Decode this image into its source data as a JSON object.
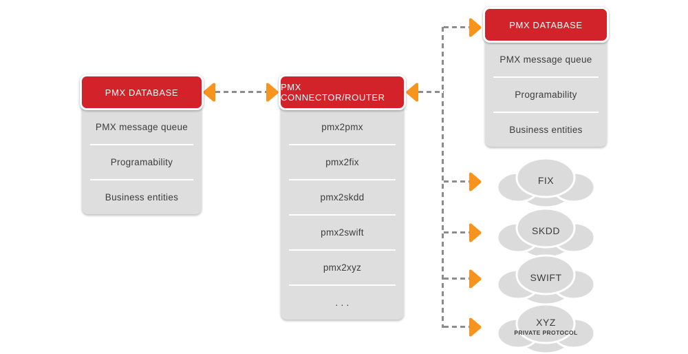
{
  "diagram": {
    "left_database": {
      "title": "PMX DATABASE",
      "items": [
        "PMX message queue",
        "Programability",
        "Business entities"
      ]
    },
    "connector": {
      "title": "PMX CONNECTOR/ROUTER",
      "items": [
        "pmx2pmx",
        "pmx2fix",
        "pmx2skdd",
        "pmx2swift",
        "pmx2xyz",
        ". . ."
      ]
    },
    "right_database": {
      "title": "PMX DATABASE",
      "items": [
        "PMX message queue",
        "Programability",
        "Business entities"
      ]
    },
    "clouds": [
      {
        "label": "FIX"
      },
      {
        "label": "SKDD"
      },
      {
        "label": "SWIFT"
      },
      {
        "label": "XYZ",
        "sublabel": "PRIVATE PROTOCOL"
      }
    ],
    "colors": {
      "header_red": "#d2232a",
      "arrow_orange": "#f7941e",
      "body_gray": "#dedede",
      "cloud_gray": "#dbdbdb",
      "dash_gray": "#8c8c8c",
      "text_dark": "#3c3c3c",
      "header_text": "#ffffff"
    }
  }
}
